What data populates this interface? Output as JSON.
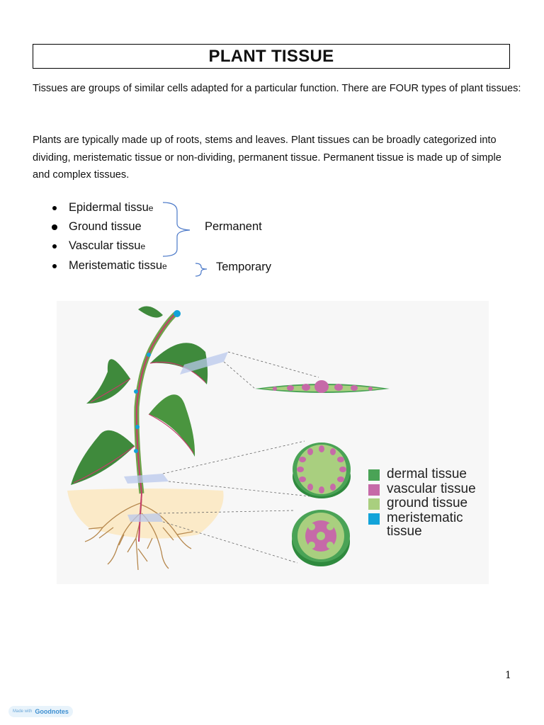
{
  "title": "PLANT TISSUE",
  "paragraphs": [
    "Tissues are groups of similar cells adapted for a particular function. There are FOUR types of plant tissues:",
    "Plants are typically made up of roots, stems and leaves. Plant tissues can be broadly categorized into dividing, meristematic tissue or non-dividing, permanent tissue. Permanent tissue is made up of simple and complex tissues."
  ],
  "bullets": [
    {
      "main": "Epidermal tissu",
      "tail": "e"
    },
    {
      "main": "Ground tissue",
      "tail": ""
    },
    {
      "main": "Vascular tissu",
      "tail": "e"
    },
    {
      "main": "Meristematic tissu",
      "tail": "e"
    }
  ],
  "bracket_labels": {
    "permanent": "Permanent",
    "temporary": "Temporary"
  },
  "legend": [
    {
      "label": "dermal tissue",
      "color": "#4aa356"
    },
    {
      "label": "vascular tissue",
      "color": "#c66aa8"
    },
    {
      "label": "ground tissue",
      "color": "#a9cf7f"
    },
    {
      "label": "meristematic",
      "color": "#12a3d9"
    }
  ],
  "legend_continuation": "tissue",
  "page_number": "1",
  "badge": {
    "prefix": "Made with",
    "brand": "Goodnotes"
  }
}
